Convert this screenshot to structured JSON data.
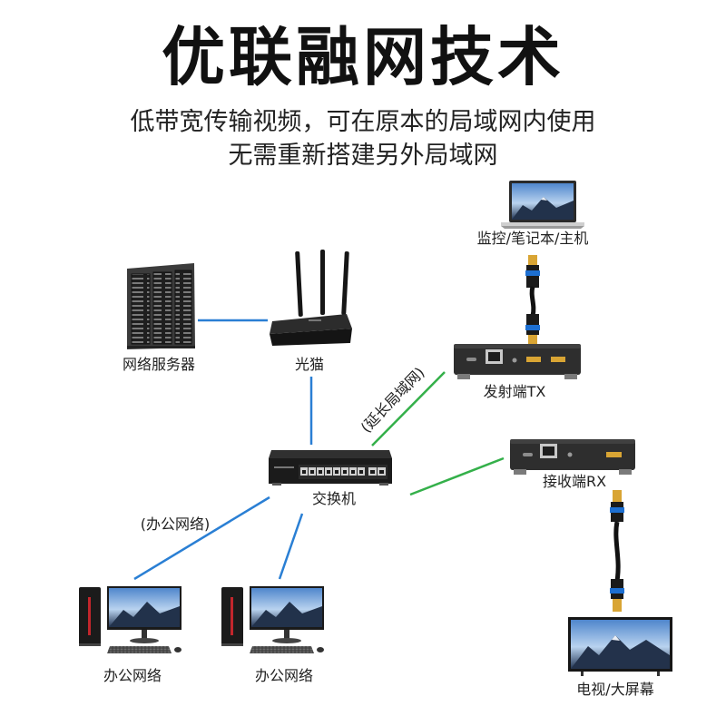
{
  "title": "优联融网技术",
  "subtitle": {
    "line1": "低带宽传输视频，可在原本的局域网内使用",
    "line2": "无需重新搭建另外局域网"
  },
  "nodes": {
    "source": {
      "label": "监控/笔记本/主机",
      "icon": "laptop-icon"
    },
    "tx": {
      "label": "发射端TX",
      "icon": "transmitter-icon"
    },
    "server": {
      "label": "网络服务器",
      "icon": "server-rack-icon"
    },
    "router": {
      "label": "光猫",
      "icon": "router-icon"
    },
    "switch": {
      "label": "交换机",
      "icon": "network-switch-icon"
    },
    "rx": {
      "label": "接收端RX",
      "icon": "receiver-icon"
    },
    "display": {
      "label": "电视/大屏幕",
      "icon": "tv-icon"
    },
    "pc1": {
      "label": "办公网络",
      "icon": "desktop-pc-icon"
    },
    "pc2": {
      "label": "办公网络",
      "icon": "desktop-pc-icon"
    }
  },
  "links": {
    "extend_label": "(延长局域网)",
    "office_label": "(办公网络)"
  },
  "colors": {
    "lan_link": "#2a7fd4",
    "extend_link": "#34b04a",
    "hdmi_gold": "#d9a534",
    "hdmi_blue": "#1d6fd1"
  }
}
